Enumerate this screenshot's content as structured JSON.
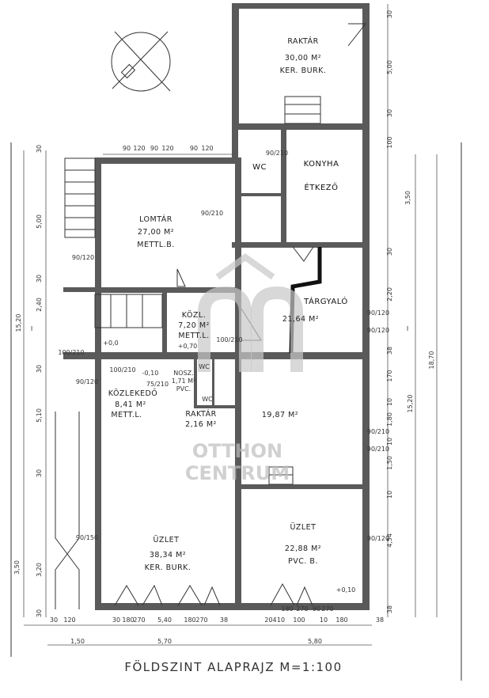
{
  "title": "FÖLDSZINT ALAPRAJZ  M=1:100",
  "watermark": {
    "line1": "OTTHON",
    "line2": "CENTRUM"
  },
  "rooms": {
    "raktar_top": {
      "name": "RAKTÁR",
      "area": "30,00 M²",
      "floor": "KER. BURK."
    },
    "wc": {
      "name": "WC"
    },
    "konyha": {
      "name": "KONYHA",
      "sub": "ÉTKEZŐ"
    },
    "lomtar": {
      "name": "LOMTÁR",
      "area": "27,00 M²",
      "floor": "METTL.B."
    },
    "kozl": {
      "name": "KÖZL.",
      "area": "7,20 M²",
      "floor": "METT.L."
    },
    "targyalo": {
      "name": "TÁRGYALÓ",
      "area": "21,64 M²"
    },
    "kozlekedo": {
      "name": "KÖZLEKEDŐ",
      "area": "8,41 M²",
      "floor": "METT.L."
    },
    "nosoci": {
      "name": "NOSZ.",
      "area": "1,71 M²",
      "floor": "PVC."
    },
    "wc1": {
      "name": "WC"
    },
    "wc2": {
      "name": "WC"
    },
    "raktar_small": {
      "name": "RAKTÁR",
      "area": "2,16 M²"
    },
    "middle": {
      "area": "19,87 M²"
    },
    "uzlet_left": {
      "name": "ÜZLET",
      "area": "38,34 M²",
      "floor": "KER. BURK."
    },
    "uzlet_right": {
      "name": "ÜZLET",
      "area": "22,88 M²",
      "floor": "PVC. B."
    }
  },
  "levels": [
    "+0,0",
    "+0,70",
    "-0,10",
    "+0,10"
  ],
  "dims_bottom": [
    "30",
    "120",
    "30",
    "180",
    "270",
    "5,40",
    "180",
    "270",
    "38",
    "204",
    "10",
    "180",
    "270",
    "100",
    "90",
    "270",
    "10",
    "180",
    "38",
    "1,50",
    "5,70",
    "5,80"
  ],
  "dims_right": [
    "30",
    "5,00",
    "30",
    "100",
    "3,50",
    "30",
    "2,20",
    "38",
    "170",
    "10",
    "1,80",
    "10",
    "1,50",
    "10",
    "4,54",
    "38",
    "15,20",
    "18,70"
  ],
  "dims_left": [
    "30",
    "5,00",
    "30",
    "2,40",
    "30",
    "15,20",
    "5,10",
    "30",
    "3,20",
    "3,50",
    "30"
  ],
  "dims_top": [
    "90",
    "120",
    "90",
    "120",
    "90",
    "120"
  ],
  "openings": [
    "90/120",
    "90/210",
    "100/210",
    "100/210",
    "90/120",
    "90/120",
    "90/150",
    "90/120",
    "90/210",
    "90/210",
    "90/120",
    "90/210",
    "100/210",
    "75/210"
  ]
}
